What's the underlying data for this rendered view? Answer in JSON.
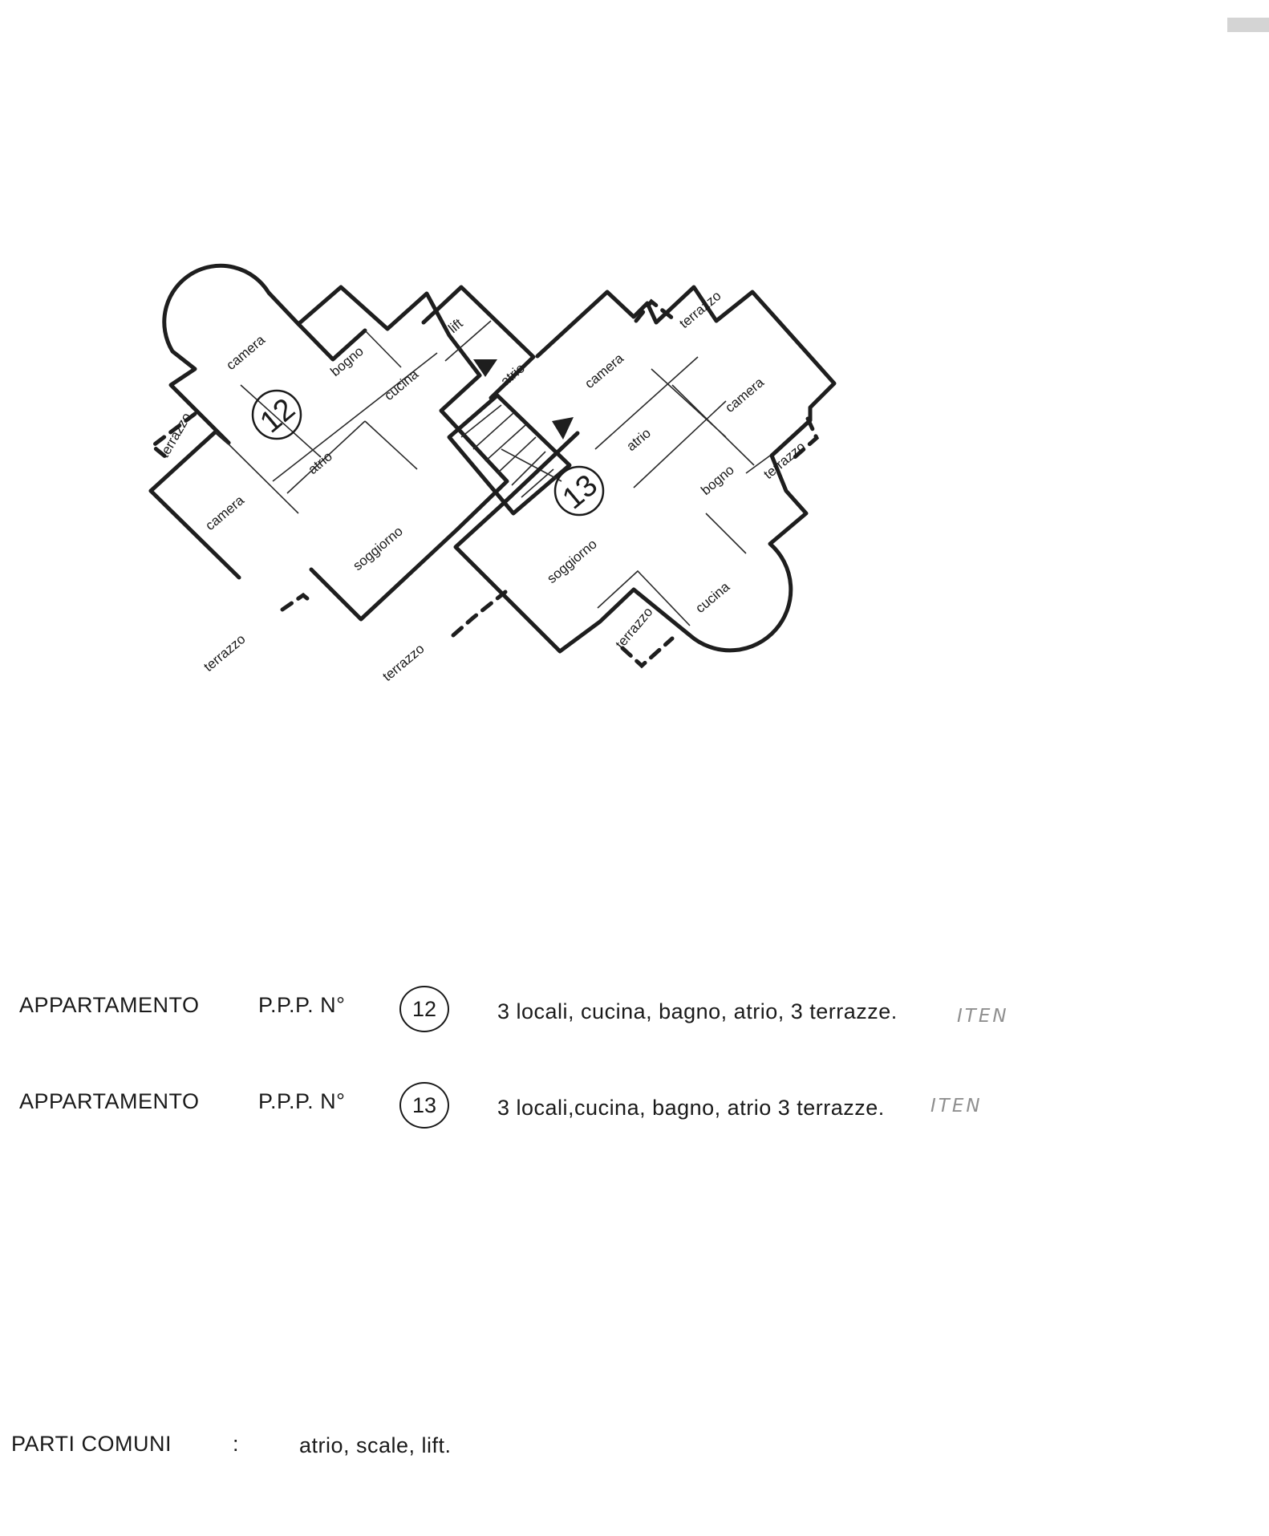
{
  "plan": {
    "unit_12": "12",
    "unit_13": "13",
    "rooms": {
      "r01": "camera",
      "r02": "bogno",
      "r03": "cucina",
      "r04": "lift",
      "r05": "atrio",
      "r06": "terrazzo",
      "r07": "atrio",
      "r08": "camera",
      "r09": "soggiorno",
      "r10": "terrazzo",
      "r11": "terrazzo",
      "r12": "camera",
      "r13": "terrazzo",
      "r14": "camera",
      "r15": "atrio",
      "r16": "bogno",
      "r17": "terrazzo",
      "r18": "soggiorno",
      "r19": "terrazzo",
      "r20": "cucina"
    }
  },
  "legend": {
    "row1": {
      "label": "APPARTAMENTO",
      "ppp": "P.P.P.  N°",
      "num": "12",
      "desc": "3 locali, cucina, bagno, atrio, 3 terrazze.",
      "stamp": "ITEN"
    },
    "row2": {
      "label": "APPARTAMENTO",
      "ppp": "P.P.P.  N°",
      "num": "13",
      "desc": "3 locali,cucina, bagno, atrio 3 terrazze.",
      "stamp": "ITEN"
    },
    "row3": {
      "label": "PARTI  COMUNI",
      "sep": ":",
      "desc": "atrio, scale, lift."
    }
  }
}
